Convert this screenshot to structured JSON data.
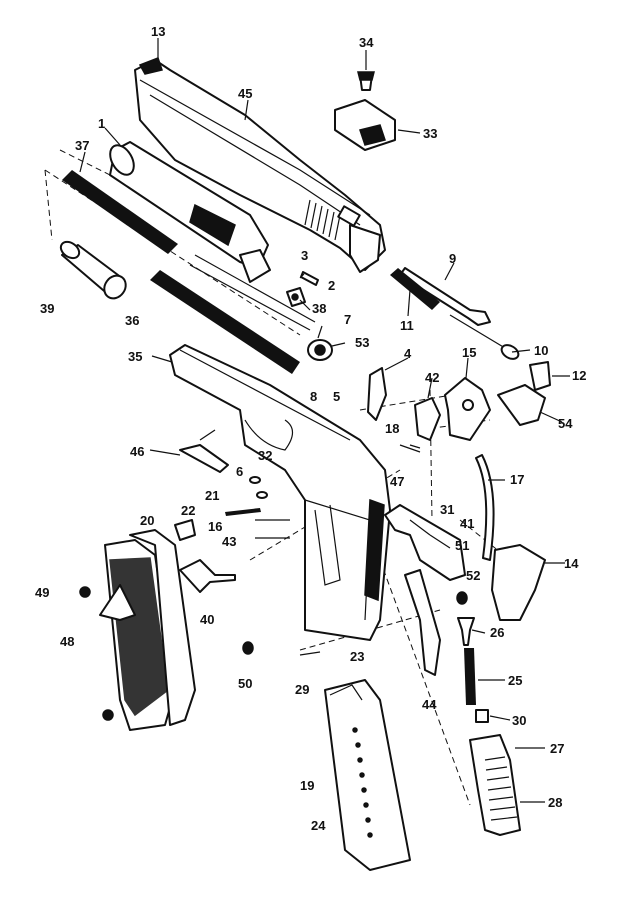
{
  "labels": {
    "l1": "1",
    "l2": "2",
    "l3": "3",
    "l4": "4",
    "l5": "5",
    "l6": "6",
    "l7": "7",
    "l8": "8",
    "l9": "9",
    "l10": "10",
    "l11": "11",
    "l12": "12",
    "l13": "13",
    "l14": "14",
    "l15": "15",
    "l16": "16",
    "l17": "17",
    "l18": "18",
    "l19": "19",
    "l20": "20",
    "l21": "21",
    "l22": "22",
    "l23": "23",
    "l24": "24",
    "l25": "25",
    "l26": "26",
    "l27": "27",
    "l28": "28",
    "l29": "29",
    "l30": "30",
    "l31": "31",
    "l32": "32",
    "l33": "33",
    "l34": "34",
    "l35": "35",
    "l36": "36",
    "l37": "37",
    "l38": "38",
    "l39": "39",
    "l40": "40",
    "l41": "41",
    "l42": "42",
    "l43": "43",
    "l44": "44",
    "l45": "45",
    "l46": "46",
    "l47": "47",
    "l48": "48",
    "l49": "49",
    "l50": "50",
    "l51": "51",
    "l52": "52",
    "l53": "53",
    "l54": "54"
  }
}
